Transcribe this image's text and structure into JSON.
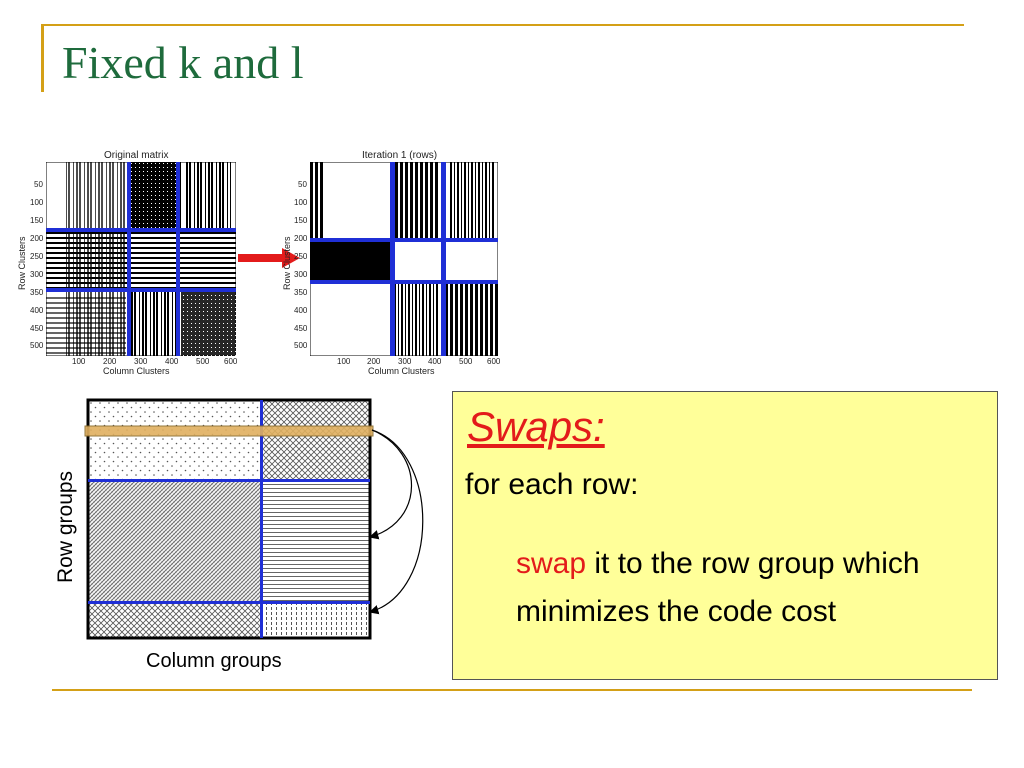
{
  "slide": {
    "title": "Fixed k and l"
  },
  "matrix_left": {
    "title": "Original matrix",
    "y_ticks": [
      "50",
      "100",
      "150",
      "200",
      "250",
      "300",
      "350",
      "400",
      "450",
      "500"
    ],
    "x_ticks": [
      "100",
      "200",
      "300",
      "400",
      "500",
      "600"
    ],
    "xlabel": "Column Clusters",
    "ylabel": "Row Clusters"
  },
  "matrix_right": {
    "title": "Iteration 1 (rows)",
    "y_ticks": [
      "50",
      "100",
      "150",
      "200",
      "250",
      "300",
      "350",
      "400",
      "450",
      "500"
    ],
    "x_ticks": [
      "100",
      "200",
      "300",
      "400",
      "500",
      "600"
    ],
    "xlabel": "Column Clusters",
    "ylabel": "Row Clusters"
  },
  "diagram": {
    "row_label": "Row groups",
    "col_label": "Column groups"
  },
  "swaps": {
    "heading": "Swaps:",
    "line1": "for each row:",
    "highlight": "swap",
    "rest": " it to the row group which minimizes the code cost"
  },
  "colors": {
    "title": "#1e6b3c",
    "accent_rule": "#d4a017",
    "cluster_line": "#1f2fd6",
    "arrow": "#e31b1b",
    "swaps_bg": "#ffff99",
    "swaps_red": "#e31b1b"
  }
}
